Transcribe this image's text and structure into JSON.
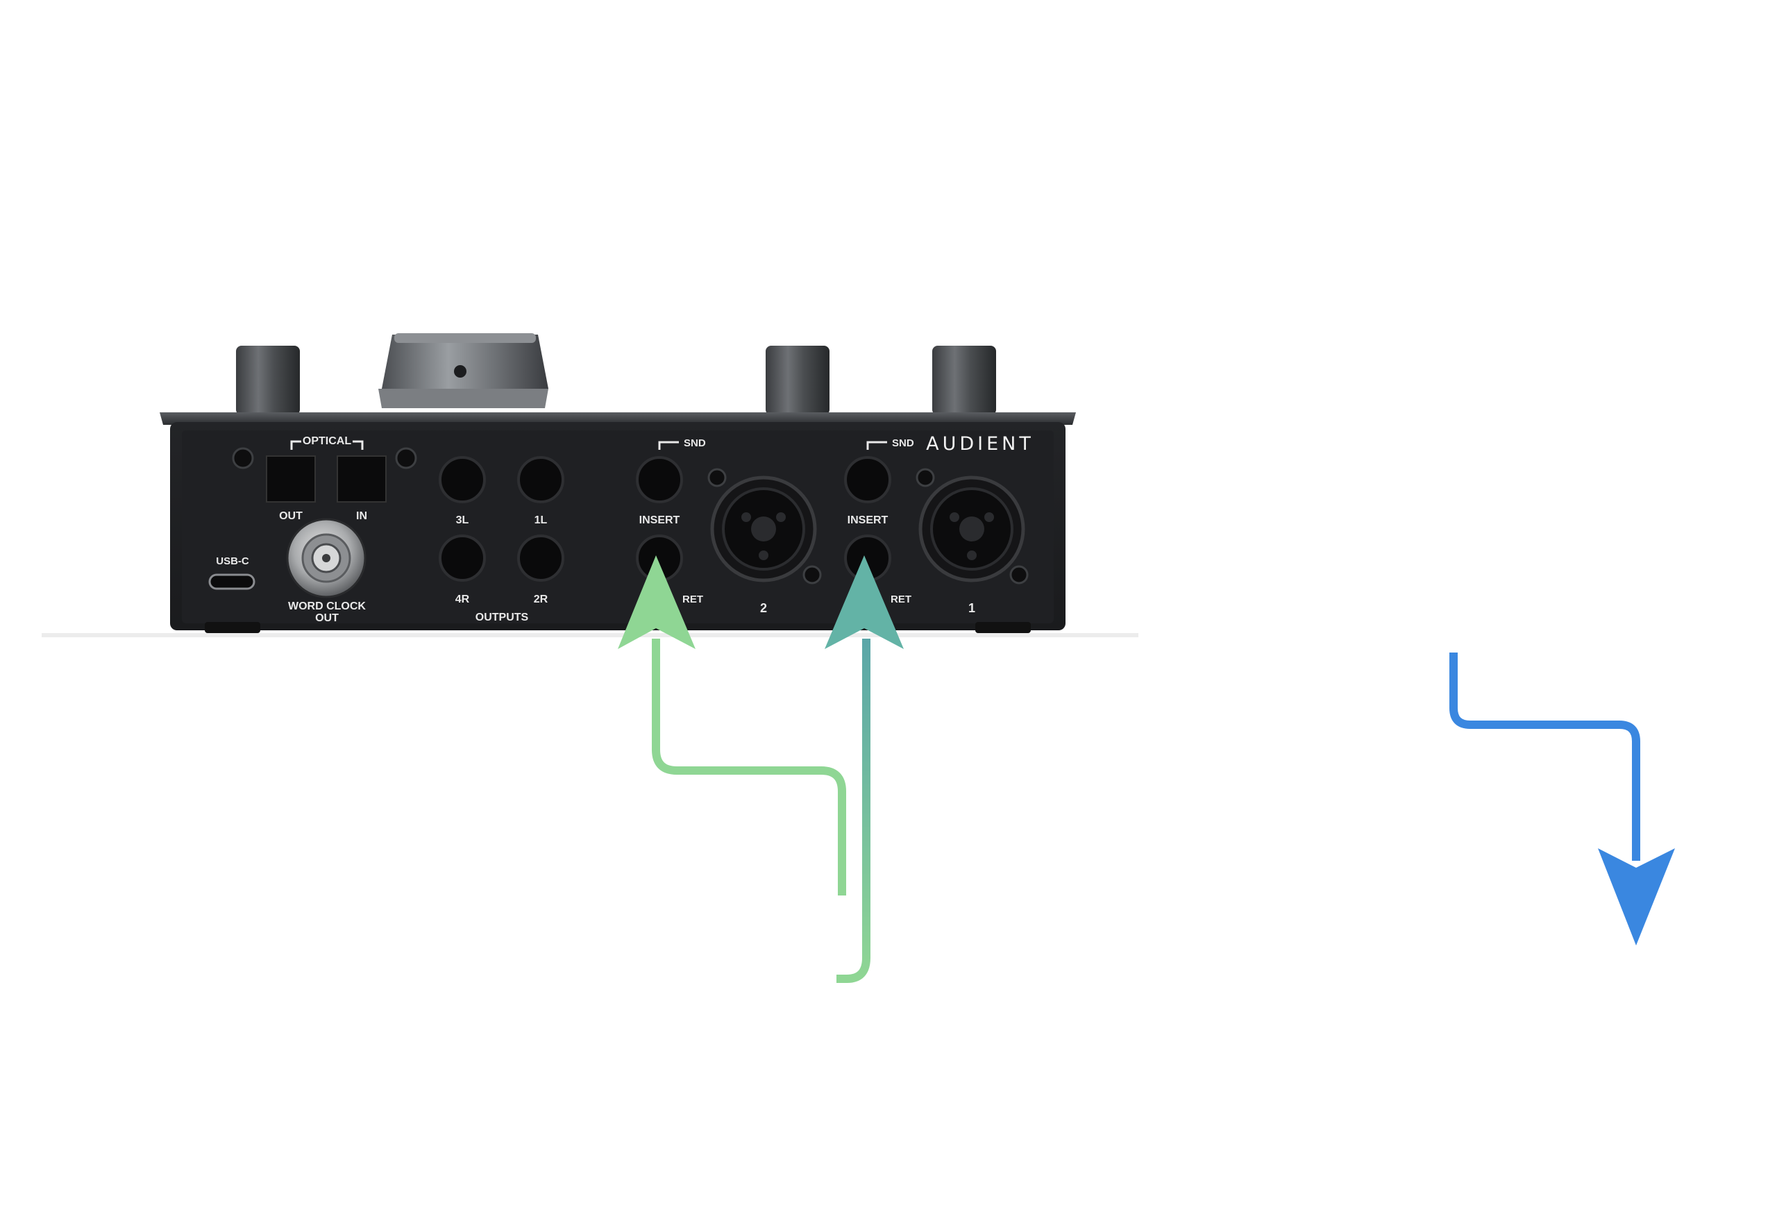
{
  "device": {
    "brand": "AUDIENT",
    "labels": {
      "optical": "OPTICAL",
      "optical_out": "OUT",
      "optical_in": "IN",
      "usb": "USB-C",
      "word_clock_line1": "WORD CLOCK",
      "word_clock_line2": "OUT",
      "out_3l": "3L",
      "out_1l": "1L",
      "out_4r": "4R",
      "out_2r": "2R",
      "outputs": "OUTPUTS",
      "snd_2": "SND",
      "insert_2": "INSERT",
      "ret_2": "RET",
      "input_2": "2",
      "snd_1": "SND",
      "insert_1": "INSERT",
      "ret_1": "RET",
      "input_1": "1"
    }
  },
  "arrows": {
    "left_green_color": "#8fd694",
    "right_green_color": "#5fb89a",
    "blue_color": "#3a87e0"
  }
}
